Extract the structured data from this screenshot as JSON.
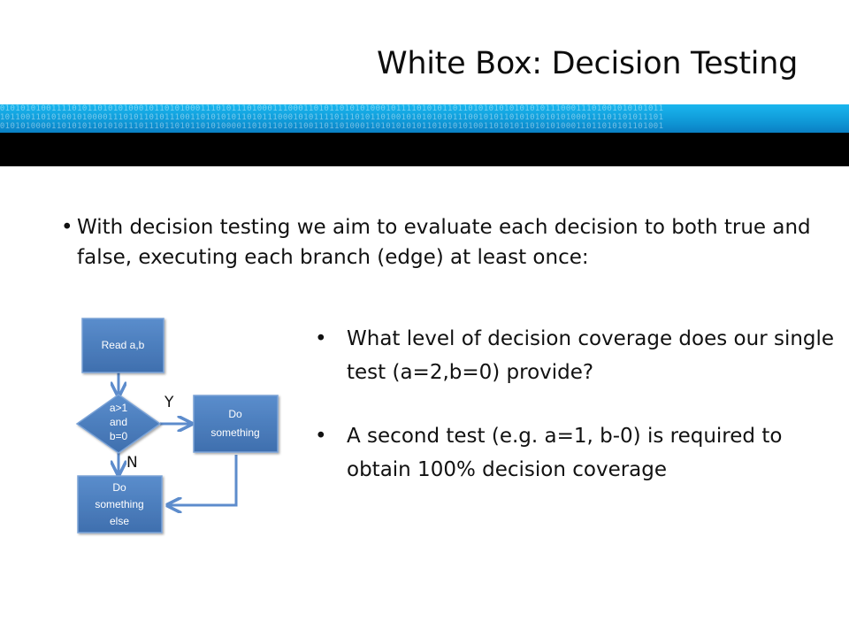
{
  "slide": {
    "title": "White Box: Decision Testing"
  },
  "banner": {
    "binary_rows": [
      "1010101010011110101101010100010110101000111010111010001110001101011010101000101111010101101101010101010101011100011101001010101011",
      "0101100110101001010000111010110101110011010101011010111000101011110111010110100101010101011100101011010101010101000111101101011101",
      "1010101000011010101101010111011101101011010100001101011010110011011010001101010101011010101010011010101101010100011011010101101001"
    ],
    "colors": {
      "stripe_top": "#1ab6ee",
      "stripe_bottom": "#0a80c4",
      "bar": "#000000"
    }
  },
  "intro_bullets": [
    "With decision testing we aim to evaluate each decision to both true and false, executing each branch (edge) at least once:"
  ],
  "coverage_bullets": [
    "What level of decision coverage does our single test (a=2,b=0) provide?",
    "A second test (e.g. a=1, b-0) is required to obtain 100% decision coverage"
  ],
  "flowchart": {
    "node_color": "#4a7ebf",
    "node_border": "#7aa2d6",
    "edge_color": "#5d8ccc",
    "nodes": {
      "read": {
        "lines": [
          "Read a,b"
        ]
      },
      "decision": {
        "lines": [
          "a>1",
          "and",
          "b=0"
        ]
      },
      "do_something": {
        "lines": [
          "Do",
          "something"
        ]
      },
      "do_something_else": {
        "lines": [
          "Do",
          "something",
          "else"
        ]
      }
    },
    "edge_labels": {
      "yes": "Y",
      "no": "N"
    }
  }
}
